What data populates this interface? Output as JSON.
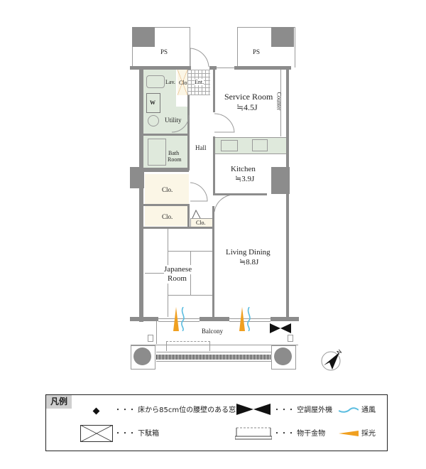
{
  "floorplan": {
    "rooms": {
      "ps_left": {
        "label": "PS"
      },
      "ps_right": {
        "label": "PS"
      },
      "lavatory": {
        "label": "Lav."
      },
      "entrance_closet": {
        "label": "Clo."
      },
      "entrance": {
        "label": "Ent."
      },
      "washer": {
        "label": "W"
      },
      "utility": {
        "label": "Utility"
      },
      "bathroom": {
        "label_line1": "Bath",
        "label_line2": "Room"
      },
      "hall": {
        "label": "Hall"
      },
      "service_room": {
        "label": "Service Room",
        "size": "≒4.5J"
      },
      "counter": {
        "label": "Counter"
      },
      "kitchen": {
        "label": "Kitchen",
        "size": "≒3.9J"
      },
      "closet_upper": {
        "label": "Clo."
      },
      "closet_lower": {
        "label": "Clo."
      },
      "closet_small": {
        "label": "Clo."
      },
      "japanese_room": {
        "label_line1": "Japanese",
        "label_line2": "Room"
      },
      "living_dining": {
        "label": "Living Dining",
        "size": "≒8.8J"
      },
      "balcony": {
        "label": "Balcony"
      }
    },
    "compass": {
      "label": "N"
    },
    "colors": {
      "wall": "#8c8c8c",
      "wet_area": "#dfe9dc",
      "closet": "#fbf6e6",
      "light_arrow": "#f0a020",
      "wind_arrow": "#5bbde0"
    }
  },
  "legend": {
    "title": "凡例",
    "items": [
      {
        "symbol": "diamond",
        "text": "・・・ 床から85cm位の腰壁のある窓"
      },
      {
        "symbol": "ac-unit",
        "text": "・・・ 空調屋外機"
      },
      {
        "symbol": "wind",
        "text": "通風"
      },
      {
        "symbol": "shoe-box",
        "text": "・・・ 下駄箱"
      },
      {
        "symbol": "drying-rack",
        "text": "・・・ 物干金物"
      },
      {
        "symbol": "light",
        "text": "採光"
      }
    ]
  }
}
